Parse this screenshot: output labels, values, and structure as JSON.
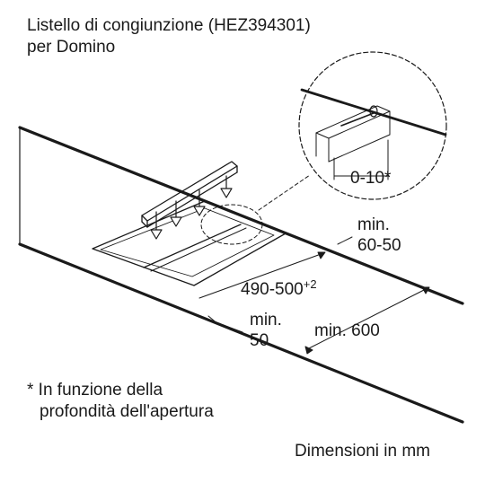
{
  "title": {
    "line1": "Listello di congiunzione (HEZ394301)",
    "line2": "per Domino"
  },
  "dimensions": {
    "min_height_label": "min.",
    "min_height_value": "60-50",
    "cutout_range": "490-500",
    "cutout_tolerance": "+2",
    "min_front_label": "min.",
    "min_front_value": "50",
    "min_depth": "min. 600",
    "detail_gap": "0-10*"
  },
  "footnote": {
    "line1": "* In funzione della",
    "line2": "profondità dell'apertura"
  },
  "units_note": "Dimensioni in mm"
}
